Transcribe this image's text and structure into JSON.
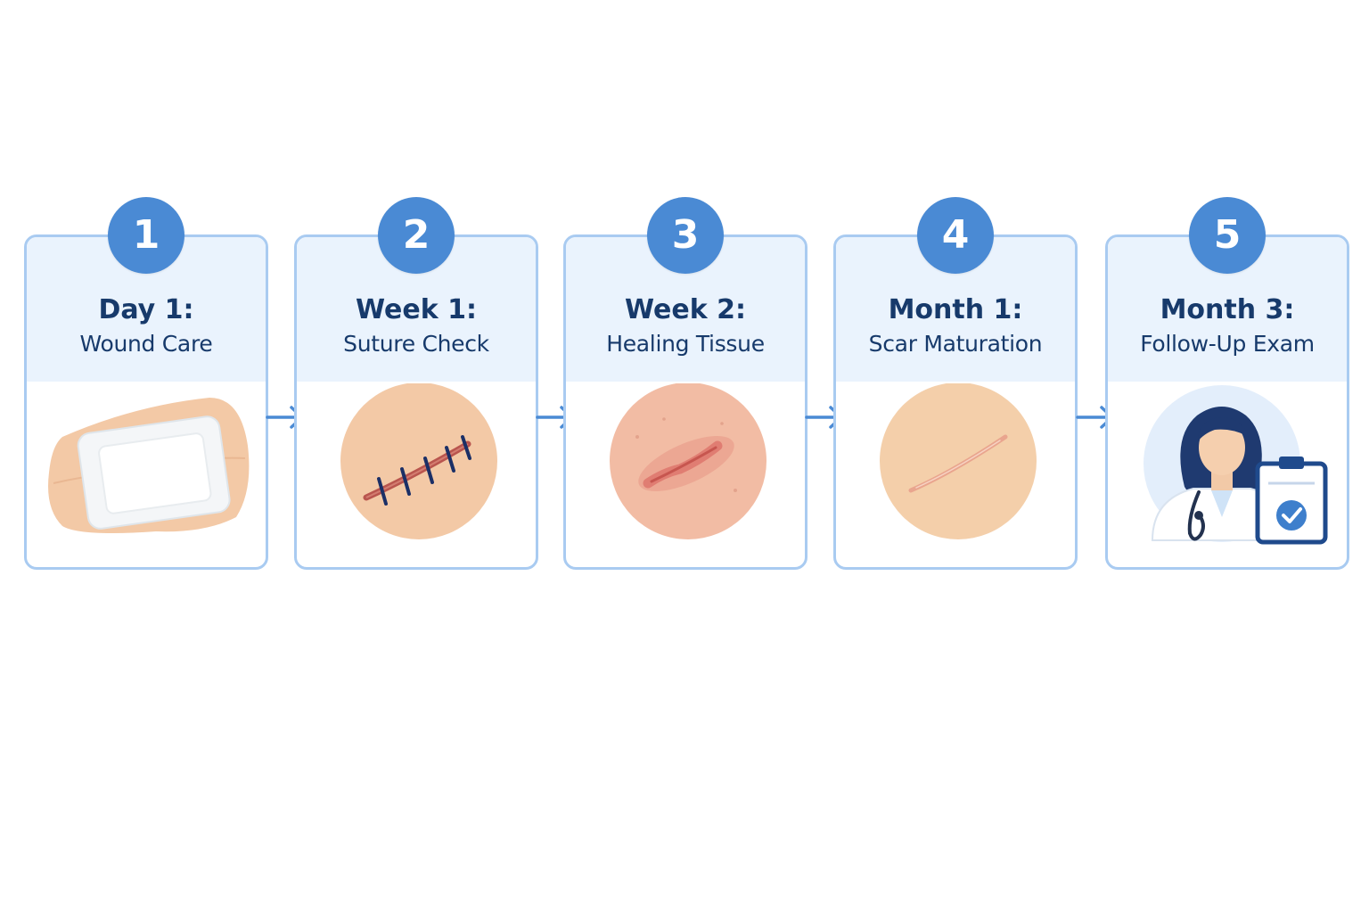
{
  "steps": [
    {
      "number": "1",
      "title": "Day 1:",
      "subtitle": "Wound Care",
      "icon": "bandage-icon"
    },
    {
      "number": "2",
      "title": "Week 1:",
      "subtitle": "Suture Check",
      "icon": "sutured-wound-icon"
    },
    {
      "number": "3",
      "title": "Week 2:",
      "subtitle": "Healing Tissue",
      "icon": "healing-tissue-icon"
    },
    {
      "number": "4",
      "title": "Month 1:",
      "subtitle": "Scar Maturation",
      "icon": "maturing-scar-icon"
    },
    {
      "number": "5",
      "title": "Month 3:",
      "subtitle": "Follow-Up Exam",
      "icon": "doctor-with-clipboard-icon"
    }
  ],
  "colors": {
    "accent": "#4a8ad4",
    "card_border": "#a9cbf1",
    "card_header": "#eaf3fd",
    "text": "#173a6b",
    "skin": "#f3c9a6"
  }
}
